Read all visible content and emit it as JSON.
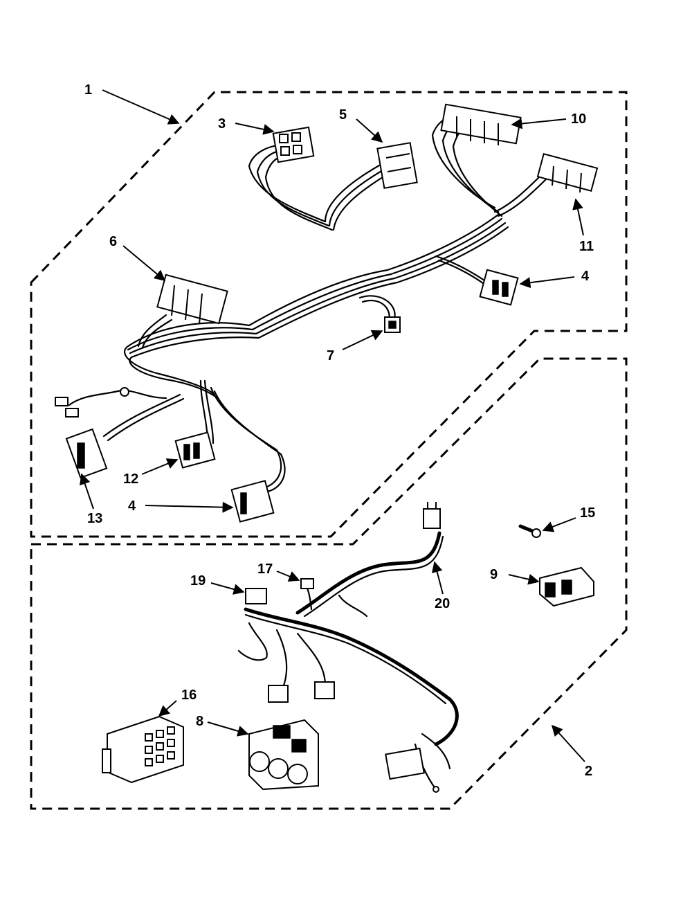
{
  "callouts": {
    "c1": "1",
    "c2": "2",
    "c3": "3",
    "c4a": "4",
    "c4b": "4",
    "c5": "5",
    "c6": "6",
    "c7": "7",
    "c8": "8",
    "c9": "9",
    "c10": "10",
    "c11": "11",
    "c12": "12",
    "c13": "13",
    "c15": "15",
    "c16": "16",
    "c17": "17",
    "c19": "19",
    "c20": "20"
  }
}
